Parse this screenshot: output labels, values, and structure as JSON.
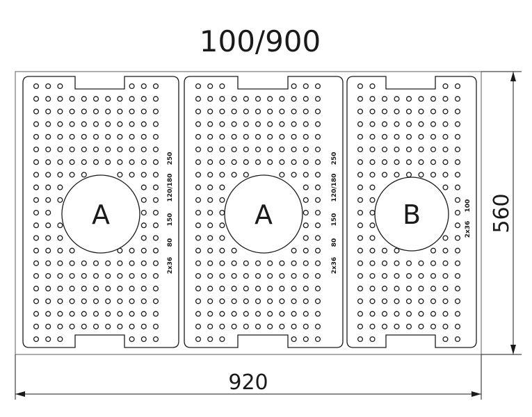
{
  "title": "100/900",
  "dimensions": {
    "width": "920",
    "height": "560"
  },
  "panels": [
    {
      "label": "A",
      "cols": 11,
      "rows": 21,
      "side_marks": [
        "250",
        "120/180",
        "150",
        "80",
        "2x36"
      ]
    },
    {
      "label": "A",
      "cols": 11,
      "rows": 21,
      "side_marks": [
        "250",
        "120/180",
        "150",
        "80",
        "2x36"
      ]
    },
    {
      "label": "B",
      "cols": 9,
      "rows": 21,
      "side_marks": [
        "100",
        "2x36"
      ]
    }
  ],
  "colors": {
    "line": "#1a1a1a",
    "outer_frame": "#777777",
    "background": "#ffffff"
  }
}
